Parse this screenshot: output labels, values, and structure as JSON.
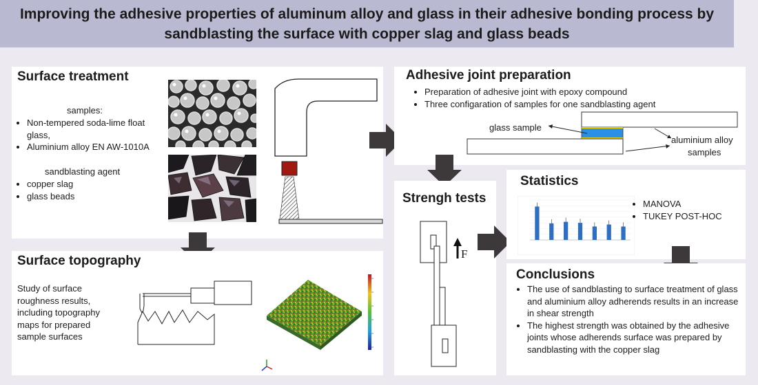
{
  "title": "Improving the adhesive properties of aluminum alloy and glass in their adhesive bonding process by sandblasting the surface with copper slag and glass beads",
  "surface_treatment": {
    "heading": "Surface treatment",
    "samples_label": "samples:",
    "samples": [
      "Non-tempered soda-lime float glass,",
      "Aluminium alloy EN AW-1010A"
    ],
    "agent_label": "sandblasting agent",
    "agents": [
      "copper slag",
      "glass beads"
    ]
  },
  "surface_topography": {
    "heading": "Surface topography",
    "text": "Study of surface roughness results, including topography maps for prepared sample surfaces"
  },
  "joint_preparation": {
    "heading": "Adhesive joint preparation",
    "bullets": [
      "Preparation of adhesive joint with epoxy compound",
      "Three configaration of samples for one sandblasting agent"
    ],
    "glass_label": "glass sample",
    "aluminium_label_1": "aluminium alloy",
    "aluminium_label_2": "samples"
  },
  "strength_tests": {
    "heading": "Strengh tests",
    "force_label": "F"
  },
  "statistics": {
    "heading": "Statistics",
    "methods": [
      "MANOVA",
      "TUKEY POST-HOC"
    ]
  },
  "conclusions": {
    "heading": "Conclusions",
    "bullets": [
      "The use of sandblasting to surface treatment of glass and aluminium alloy adherends results in an increase in shear strength",
      "The highest strength was obtained by the adhesive joints whose adherends surface was prepared by sandblasting with the copper slag"
    ]
  },
  "chart_data": {
    "type": "bar",
    "title": "",
    "xlabel": "",
    "ylabel": "",
    "categories": [
      "",
      "",
      "",
      "",
      "",
      "",
      ""
    ],
    "values": [
      5.86,
      2.91,
      3.18,
      3.0,
      2.36,
      2.71,
      2.35
    ],
    "value_labels": [
      "",
      "",
      "",
      "",
      "",
      "",
      ""
    ],
    "ylim": [
      0,
      7
    ],
    "bar_color": "#2e6fc4"
  }
}
